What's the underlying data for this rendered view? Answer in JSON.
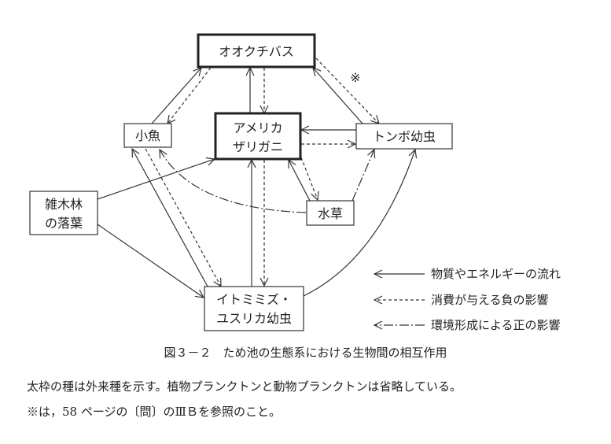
{
  "diagram": {
    "nodes": {
      "bass": {
        "label": "オオクチバス",
        "invasive": true
      },
      "small_fish": {
        "label": "小魚",
        "invasive": false
      },
      "crayfish": {
        "lines": [
          "アメリカ",
          "ザリガニ"
        ],
        "invasive": true
      },
      "dragonfly": {
        "label": "トンボ幼虫",
        "invasive": false
      },
      "leaves": {
        "lines": [
          "雑木林",
          "の落葉"
        ],
        "invasive": false
      },
      "waterweed": {
        "label": "水草",
        "invasive": false
      },
      "worms": {
        "lines": [
          "イトミミズ・",
          "ユスリカ幼虫"
        ],
        "invasive": false
      }
    },
    "edges": [
      {
        "from": "small_fish",
        "to": "bass",
        "type": "flow"
      },
      {
        "from": "bass",
        "to": "small_fish",
        "type": "negative"
      },
      {
        "from": "crayfish",
        "to": "bass",
        "type": "flow"
      },
      {
        "from": "bass",
        "to": "crayfish",
        "type": "negative"
      },
      {
        "from": "dragonfly",
        "to": "bass",
        "type": "flow"
      },
      {
        "from": "bass",
        "to": "dragonfly",
        "type": "negative",
        "mark": "※"
      },
      {
        "from": "dragonfly",
        "to": "crayfish",
        "type": "flow"
      },
      {
        "from": "crayfish",
        "to": "dragonfly",
        "type": "negative"
      },
      {
        "from": "leaves",
        "to": "crayfish",
        "type": "flow"
      },
      {
        "from": "leaves",
        "to": "worms",
        "type": "flow"
      },
      {
        "from": "worms",
        "to": "small_fish",
        "type": "flow"
      },
      {
        "from": "small_fish",
        "to": "worms",
        "type": "negative"
      },
      {
        "from": "waterweed",
        "to": "small_fish",
        "type": "positive"
      },
      {
        "from": "worms",
        "to": "crayfish",
        "type": "flow"
      },
      {
        "from": "crayfish",
        "to": "worms",
        "type": "negative"
      },
      {
        "from": "waterweed",
        "to": "crayfish",
        "type": "flow"
      },
      {
        "from": "crayfish",
        "to": "waterweed",
        "type": "negative"
      },
      {
        "from": "waterweed",
        "to": "dragonfly",
        "type": "positive"
      },
      {
        "from": "worms",
        "to": "dragonfly",
        "type": "flow"
      }
    ],
    "note_mark": "※"
  },
  "legend": {
    "items": [
      {
        "type": "flow",
        "label": "物質やエネルギーの流れ"
      },
      {
        "type": "negative",
        "label": "消費が与える負の影響"
      },
      {
        "type": "positive",
        "label": "環境形成による正の影響"
      }
    ]
  },
  "captions": {
    "figure": "図３－２　ため池の生態系における生物間の相互作用",
    "note1": "太枠の種は外来種を示す。植物プランクトンと動物プランクトンは省略している。",
    "note2": "※は，58 ページの〔問〕のⅢＢを参照のこと。"
  },
  "colors": {
    "line": "#333333",
    "text": "#222222",
    "background": "#ffffff"
  }
}
